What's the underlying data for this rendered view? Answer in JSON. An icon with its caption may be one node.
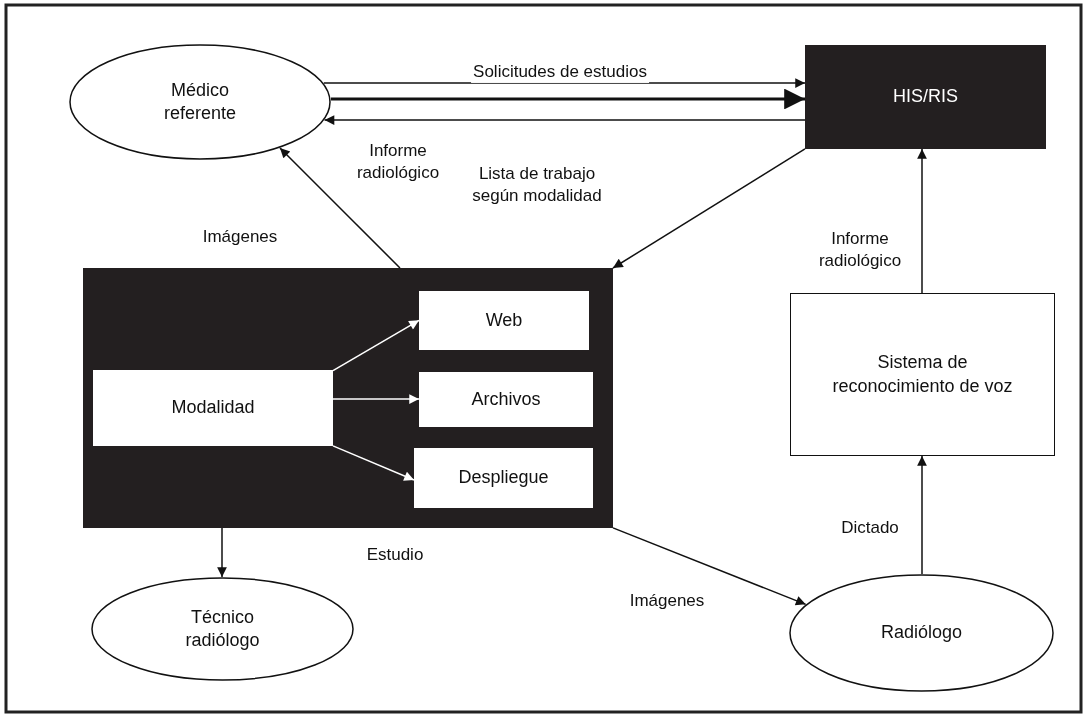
{
  "diagram": {
    "nodes": [
      {
        "text": [
          "Médico referente"
        ]
      },
      {
        "text": [
          "HIS/RIS"
        ]
      },
      {
        "text": [],
        "shape": "box"
      },
      {
        "text": [
          "Modalidad"
        ],
        "in": 2
      },
      {
        "text": [
          "Web"
        ],
        "in": 2
      },
      {
        "text": [
          "Archivos"
        ],
        "in": 2
      },
      {
        "text": [
          "Despliegue"
        ],
        "in": 2
      },
      {
        "text": [
          "Sistema de reconocimiento de voz"
        ]
      },
      {
        "text": [
          "Técnico radiólogo"
        ]
      },
      {
        "text": [
          "Radiólogo"
        ]
      }
    ],
    "edges": [
      {
        "from": 0,
        "to": 1,
        "arrow": "to",
        "label": "Solicitudes de estudios"
      },
      {
        "from": 0,
        "to": 1,
        "arrow": "to",
        "style": "thick"
      },
      {
        "from": 1,
        "to": 0,
        "arrow": "to",
        "label": "Informe radiológico"
      },
      {
        "from": 2,
        "to": 0,
        "arrow": "to",
        "label": "Imágenes"
      },
      {
        "from": 1,
        "to": 2,
        "arrow": "to",
        "label": "Lista de trabajo según modalidad"
      },
      {
        "from": 3,
        "to": 4,
        "arrow": "to",
        "color": "#ffffff"
      },
      {
        "from": 3,
        "to": 5,
        "arrow": "to",
        "color": "#ffffff"
      },
      {
        "from": 3,
        "to": 6,
        "arrow": "to",
        "color": "#ffffff"
      },
      {
        "from": 2,
        "to": 8,
        "arrow": "to"
      },
      {
        "from": 2,
        "to": 9,
        "arrow": "to",
        "label": "Imágenes"
      },
      {
        "from": 9,
        "to": 7,
        "arrow": "to",
        "label": "Dictado"
      },
      {
        "from": 7,
        "to": 1,
        "arrow": "to",
        "label": "Informe radiológico"
      }
    ],
    "labels": [
      "Estudio"
    ]
  }
}
